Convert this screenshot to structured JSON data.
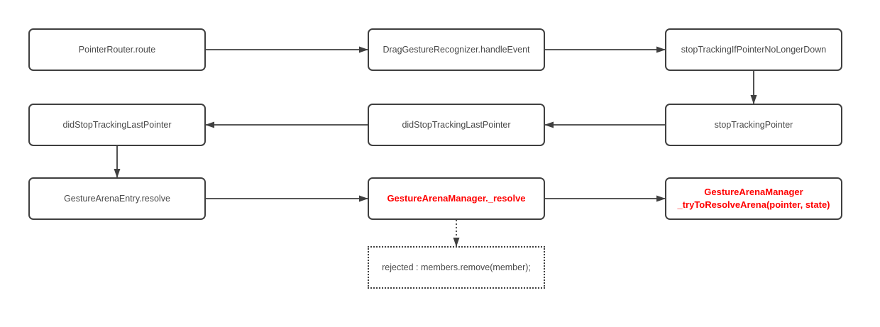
{
  "diagram": {
    "description": "Flutter gesture arena resolve flowchart",
    "colors": {
      "node_border": "#3f3f3f",
      "edge_line": "#3f3f3f",
      "text": "#4a4a4a",
      "highlight_text": "#ff0000",
      "background": "#ffffff"
    },
    "nodes": [
      {
        "label": "PointerRouter.route",
        "highlight": false
      },
      {
        "label": "DragGestureRecognizer.handleEvent",
        "highlight": false
      },
      {
        "label": "stopTrackingIfPointerNoLongerDown",
        "highlight": false
      },
      {
        "label": "didStopTrackingLastPointer",
        "highlight": false
      },
      {
        "label": "didStopTrackingLastPointer",
        "highlight": false
      },
      {
        "label": "stopTrackingPointer",
        "highlight": false
      },
      {
        "label": "GestureArenaEntry.resolve",
        "highlight": false
      },
      {
        "label": "GestureArenaManager._resolve",
        "highlight": true
      },
      {
        "label": "GestureArenaManager\n_tryToResolveArena(pointer, state)",
        "highlight": true
      },
      {
        "label": "rejected : members.remove(member);",
        "highlight": false
      }
    ],
    "edges": [
      {
        "from": 0,
        "to": 1,
        "from_side": "right",
        "to_side": "left",
        "style": "solid"
      },
      {
        "from": 1,
        "to": 2,
        "from_side": "right",
        "to_side": "left",
        "style": "solid"
      },
      {
        "from": 2,
        "to": 5,
        "from_side": "bottom",
        "to_side": "top",
        "style": "solid"
      },
      {
        "from": 5,
        "to": 4,
        "from_side": "left",
        "to_side": "right",
        "style": "solid"
      },
      {
        "from": 4,
        "to": 3,
        "from_side": "left",
        "to_side": "right",
        "style": "solid"
      },
      {
        "from": 3,
        "to": 6,
        "from_side": "bottom",
        "to_side": "top",
        "style": "solid"
      },
      {
        "from": 6,
        "to": 7,
        "from_side": "right",
        "to_side": "left",
        "style": "solid"
      },
      {
        "from": 7,
        "to": 8,
        "from_side": "right",
        "to_side": "left",
        "style": "solid"
      },
      {
        "from": 7,
        "to": 9,
        "from_side": "bottom",
        "to_side": "top",
        "style": "dotted"
      }
    ]
  }
}
